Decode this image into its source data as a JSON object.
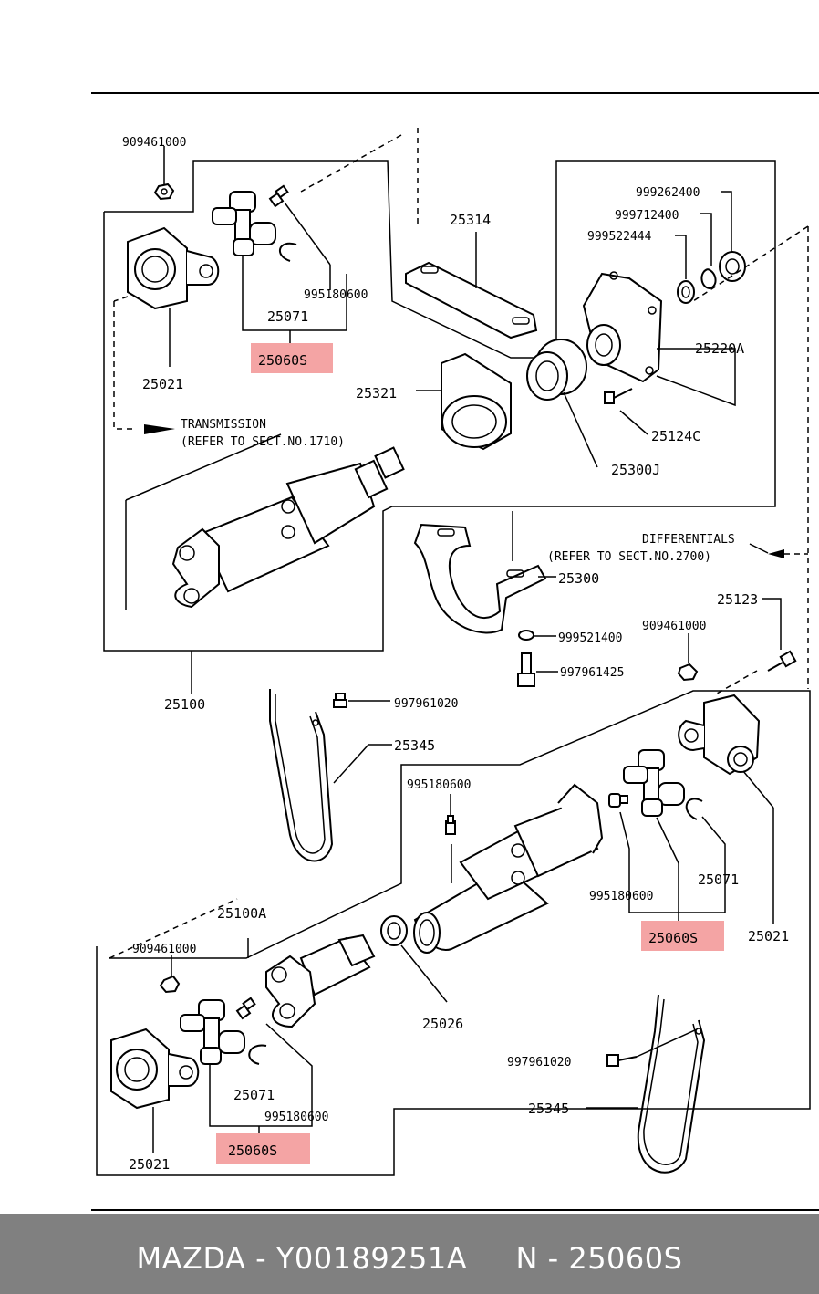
{
  "labels": {
    "p909461000_a": "909461000",
    "p995180600_a": "995180600",
    "p25071_a": "25071",
    "p25060s_a": "25060S",
    "p25021_a": "25021",
    "p25314": "25314",
    "p999262400": "999262400",
    "p999712400": "999712400",
    "p999522444": "999522444",
    "p25220a": "25220A",
    "p25321": "25321",
    "p25124c": "25124C",
    "p25300j": "25300J",
    "transmission_line1": "TRANSMISSION",
    "transmission_line2": "(REFER TO SECT.NO.1710)",
    "differentials_line1": "DIFFERENTIALS",
    "differentials_line2": "(REFER TO SECT.NO.2700)",
    "p25300": "25300",
    "p25123": "25123",
    "p909461000_b": "909461000",
    "p999521400": "999521400",
    "p997961425": "997961425",
    "p25100": "25100",
    "p997961020_a": "997961020",
    "p25345_a": "25345",
    "p995180600_b": "995180600",
    "p995180600_c": "995180600",
    "p25071_b": "25071",
    "p25060s_b": "25060S",
    "p25021_b": "25021",
    "p25100a": "25100A",
    "p909461000_c": "909461000",
    "p25026": "25026",
    "p25071_c": "25071",
    "p995180600_d": "995180600",
    "p25060s_c": "25060S",
    "p25021_c": "25021",
    "p997961020_b": "997961020",
    "p25345_b": "25345"
  },
  "highlight_color": "#f4a4a4",
  "footer": {
    "text": "MAZDA - Y00189251A     N - 25060S",
    "background": "#808080",
    "text_color": "#ffffff"
  }
}
